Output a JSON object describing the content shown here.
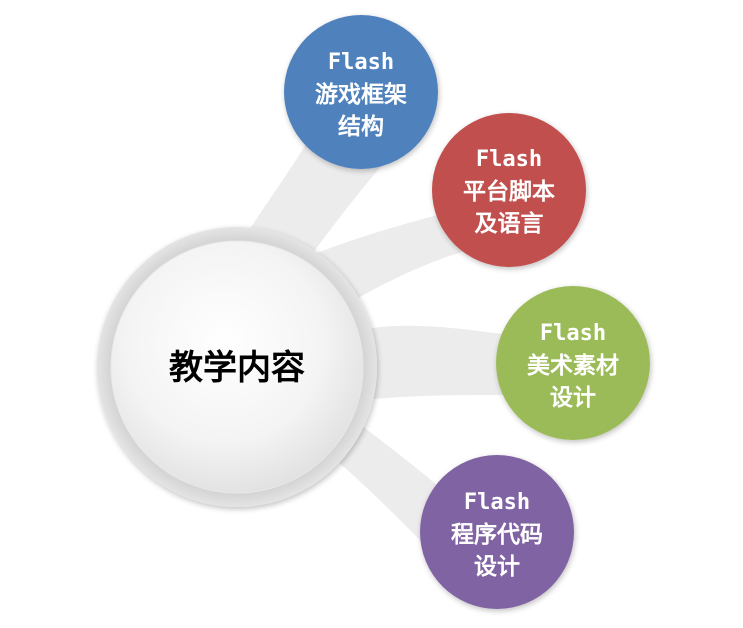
{
  "center": {
    "label": "教学内容"
  },
  "nodes": [
    {
      "id": "framework",
      "lines": [
        "Flash",
        "游戏框架",
        "结构"
      ],
      "color": "#4f81bd"
    },
    {
      "id": "script",
      "lines": [
        "Flash",
        "平台脚本",
        "及语言"
      ],
      "color": "#c0504d"
    },
    {
      "id": "assets",
      "lines": [
        "Flash",
        "美术素材",
        "设计"
      ],
      "color": "#9bbb59"
    },
    {
      "id": "code",
      "lines": [
        "Flash",
        "程序代码",
        "设计"
      ],
      "color": "#8064a2"
    }
  ],
  "colors": {
    "connector": "#eeeeee",
    "center_ring": "#d9d9d9",
    "center_fill_light": "#ffffff",
    "center_fill_dark": "#e6e6e6"
  }
}
